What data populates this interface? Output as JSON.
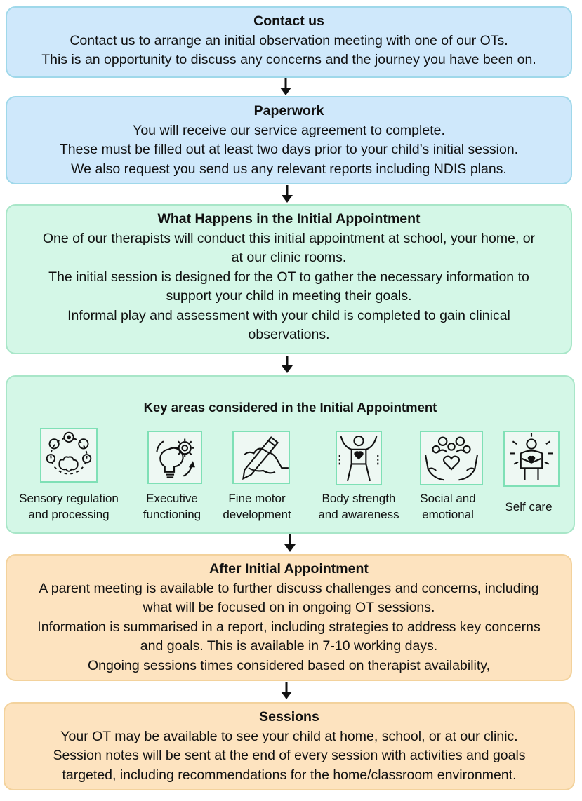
{
  "steps": {
    "contact": {
      "title": "Contact us",
      "lines": [
        "Contact us to arrange an initial observation meeting with one of our OTs.",
        "This is an opportunity to discuss any concerns and the journey you have been on."
      ]
    },
    "paperwork": {
      "title": "Paperwork",
      "lines": [
        "You will receive our service agreement to complete.",
        "These must be filled out at least two days prior to your child’s initial session.",
        "We also request you send us any relevant reports including NDIS plans."
      ]
    },
    "initial": {
      "title": "What Happens in the Initial Appointment",
      "lines": [
        "One of our therapists will conduct this initial appointment at school, your home, or",
        "at our clinic rooms.",
        "The initial session is designed for the OT to gather the necessary information to",
        "support your child in meeting their goals.",
        "Informal play and assessment with your child is completed to gain clinical",
        "observations."
      ]
    },
    "key_areas": {
      "title": "Key areas considered in the Initial Appointment",
      "items": [
        {
          "label1": "Sensory regulation",
          "label2": "and processing",
          "icon": "sensory-brain-icon"
        },
        {
          "label1": "Executive",
          "label2": "functioning",
          "icon": "lightbulb-gears-icon"
        },
        {
          "label1": "Fine motor",
          "label2": "development",
          "icon": "hand-pencil-icon"
        },
        {
          "label1": "Body strength",
          "label2": "and awareness",
          "icon": "body-heart-icon"
        },
        {
          "label1": "Social and",
          "label2": "emotional",
          "icon": "hands-family-heart-icon"
        },
        {
          "label1": "Self care",
          "label2": "",
          "icon": "self-hug-icon"
        }
      ]
    },
    "after": {
      "title": "After Initial Appointment",
      "lines": [
        "A parent meeting is available to further discuss challenges and concerns, including",
        "what will be focused on in ongoing OT sessions.",
        "Information is summarised in a report, including strategies to address key concerns",
        "and goals. This  is available in 7-10 working days.",
        "Ongoing sessions times considered based on therapist availability,"
      ]
    },
    "sessions": {
      "title": "Sessions",
      "lines": [
        "Your OT may be available to see your child at home, school, or at our clinic.",
        "Session notes will be sent at the end of every session with activities and goals",
        "targeted, including recommendations for the home/classroom environment."
      ]
    }
  },
  "colors": {
    "blue_fill": "#cfe8fb",
    "green_fill": "#d4f7e7",
    "orange_fill": "#fde3bf",
    "icon_border": "#7fe0b6"
  }
}
